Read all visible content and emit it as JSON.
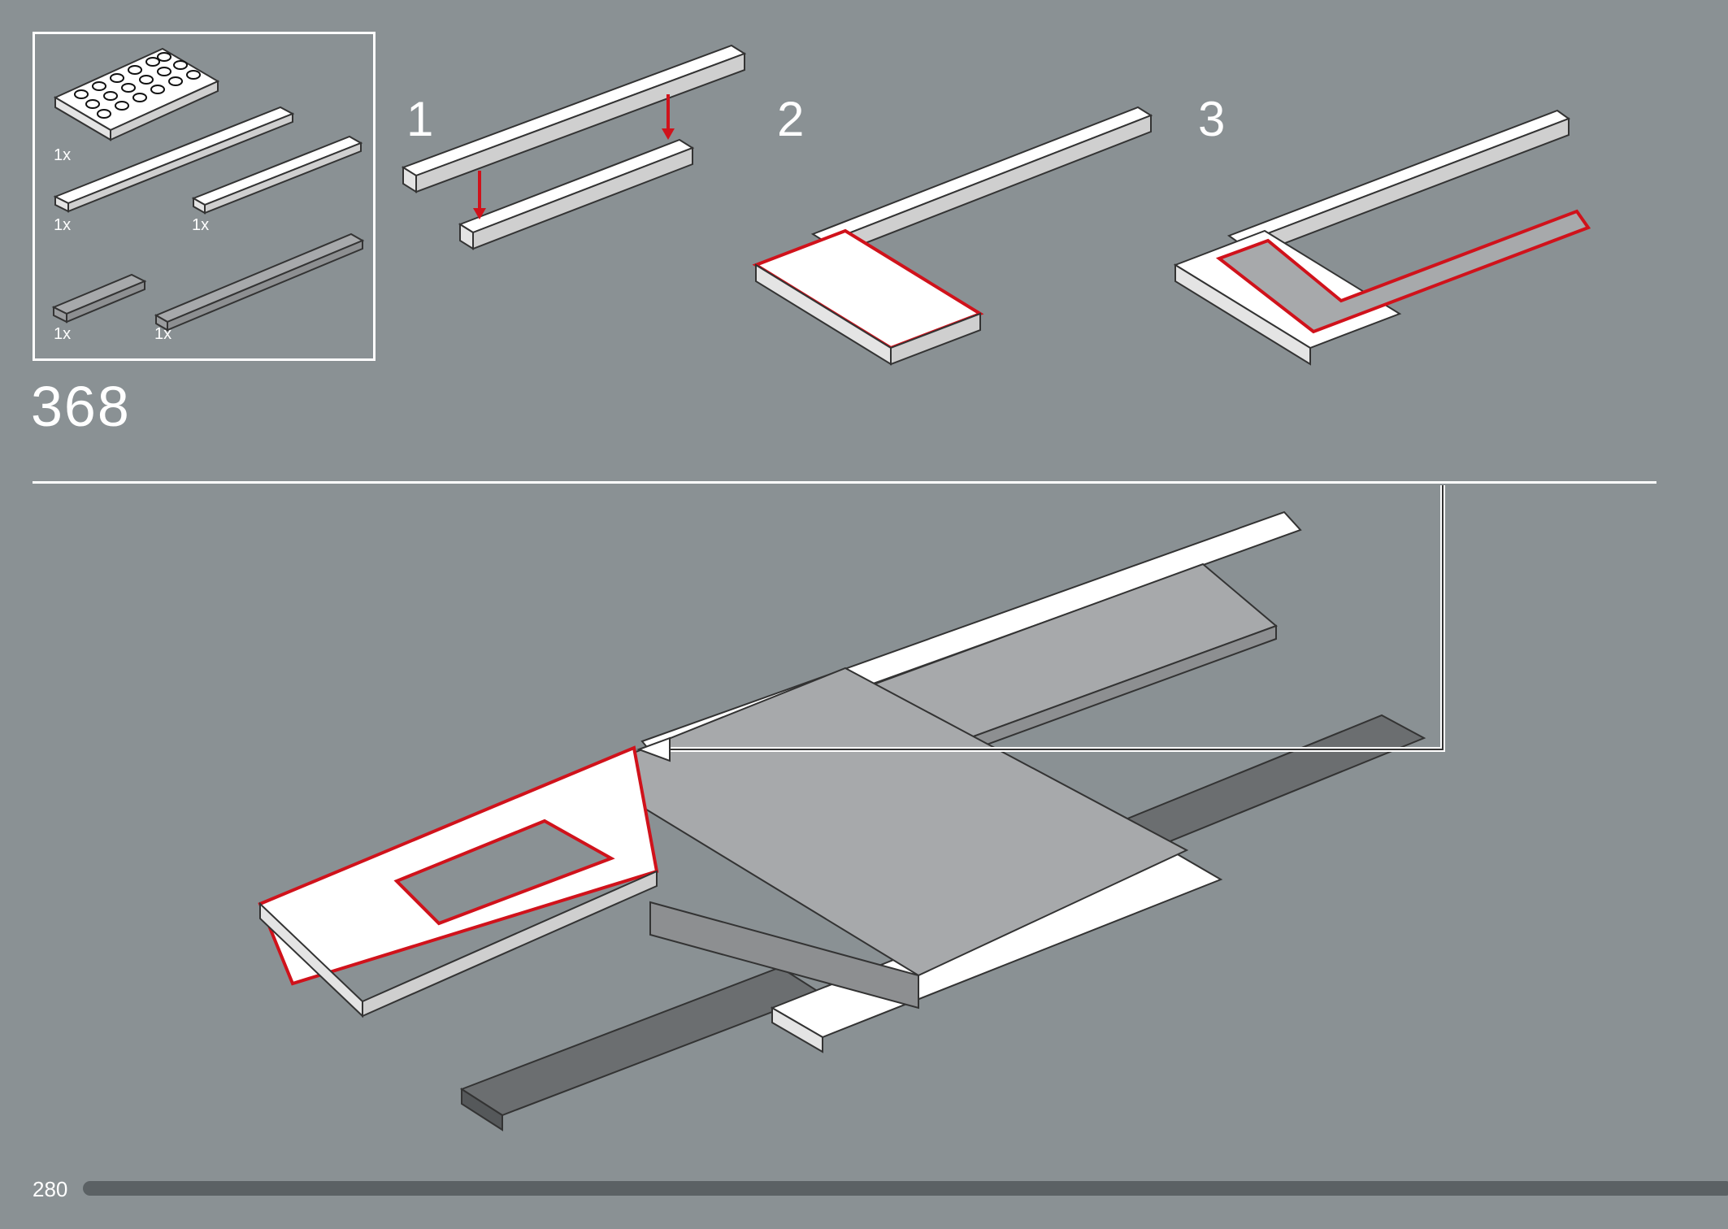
{
  "page": {
    "number": "280",
    "step_number": "368"
  },
  "parts": [
    {
      "qty": "1x",
      "name": "white 4x6 plate"
    },
    {
      "qty": "1x",
      "name": "white 1x10 plate"
    },
    {
      "qty": "1x",
      "name": "white 1x6 plate"
    },
    {
      "qty": "1x",
      "name": "grey 1x4 plate"
    },
    {
      "qty": "1x",
      "name": "grey 1x10 plate"
    }
  ],
  "substeps": [
    "1",
    "2",
    "3"
  ],
  "colors": {
    "background": "#8a9194",
    "highlight": "#d0121b",
    "white_brick": "#ffffff",
    "light_grey_brick": "#a7a9ab",
    "dark_grey_brick": "#6b6e70",
    "brown_brick": "#9c5a30",
    "progress_bar": "#5b6164"
  }
}
